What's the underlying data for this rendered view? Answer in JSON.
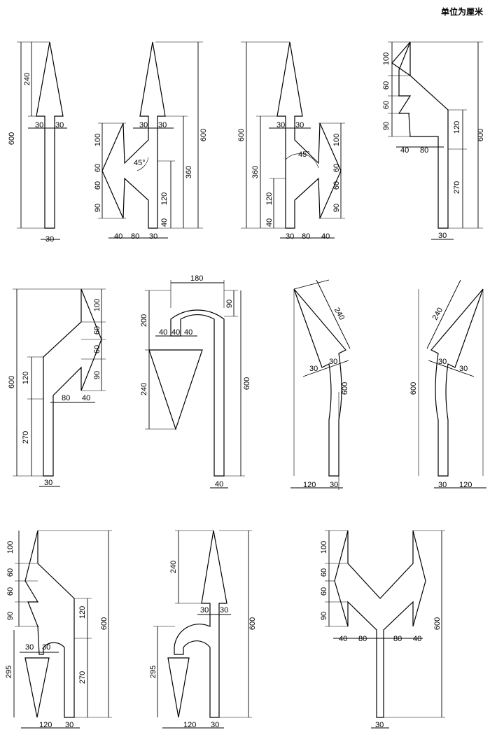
{
  "unit_label": "单位为厘米",
  "diagrams": [
    {
      "name": "straight",
      "v": [
        "600",
        "240"
      ],
      "h": [
        "30",
        "30",
        "30"
      ]
    },
    {
      "name": "straight-left",
      "v": [
        "600",
        "360",
        "100",
        "60",
        "60",
        "90",
        "120",
        "40"
      ],
      "h": [
        "30",
        "30",
        "40",
        "80",
        "30"
      ],
      "angle": "45°"
    },
    {
      "name": "straight-right",
      "v": [
        "600",
        "360",
        "100",
        "60",
        "60",
        "90",
        "120",
        "40"
      ],
      "h": [
        "30",
        "30",
        "30",
        "80",
        "40"
      ],
      "angle": "45°"
    },
    {
      "name": "left-turn",
      "v": [
        "100",
        "60",
        "60",
        "90",
        "120",
        "270",
        "600"
      ],
      "h": [
        "40",
        "80",
        "30"
      ]
    },
    {
      "name": "right-turn",
      "v": [
        "100",
        "60",
        "60",
        "90",
        "120",
        "270",
        "600"
      ],
      "h": [
        "80",
        "40",
        "30"
      ]
    },
    {
      "name": "u-turn",
      "v": [
        "90",
        "200",
        "240",
        "600"
      ],
      "h": [
        "180",
        "40",
        "40",
        "40",
        "40"
      ]
    },
    {
      "name": "merge-left",
      "v": [
        "240",
        "600"
      ],
      "h": [
        "30",
        "30",
        "120",
        "30"
      ]
    },
    {
      "name": "merge-right",
      "v": [
        "240",
        "600"
      ],
      "h": [
        "30",
        "30",
        "30",
        "120"
      ]
    },
    {
      "name": "left-uturn",
      "v": [
        "100",
        "60",
        "60",
        "90",
        "120",
        "270",
        "600",
        "295"
      ],
      "h": [
        "30",
        "30",
        "120",
        "30"
      ]
    },
    {
      "name": "straight-uturn",
      "v": [
        "240",
        "600",
        "295"
      ],
      "h": [
        "30",
        "30",
        "120",
        "30"
      ]
    },
    {
      "name": "left-right",
      "v": [
        "100",
        "60",
        "60",
        "90",
        "600"
      ],
      "h": [
        "40",
        "80",
        "80",
        "40",
        "30"
      ]
    }
  ]
}
